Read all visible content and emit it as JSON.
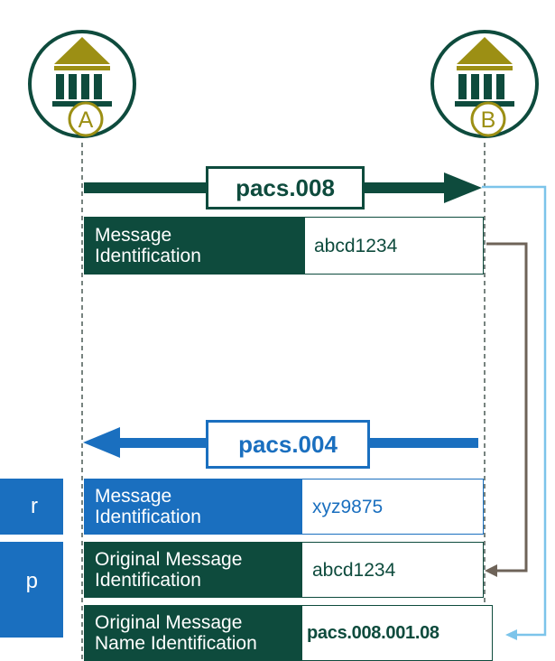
{
  "banks": {
    "a": {
      "letter": "A"
    },
    "b": {
      "letter": "B"
    }
  },
  "messages": {
    "outbound": {
      "name": "pacs.008",
      "field_label_line1": "Message",
      "field_label_line2": "Identification",
      "field_value": "abcd1234"
    },
    "return": {
      "name": "pacs.004",
      "fields": [
        {
          "label_line1": "Message",
          "label_line2": "Identification",
          "value": "xyz9875"
        },
        {
          "label_line1": "Original Message",
          "label_line2": "Identification",
          "value": "abcd1234"
        },
        {
          "label_line1": "Original Message",
          "label_line2": "Name Identification",
          "value": "pacs.008.001.08"
        }
      ]
    }
  },
  "side_tabs": [
    "r",
    "p"
  ],
  "colors": {
    "dark_green": "#0e4b3d",
    "blue": "#1a6fbf",
    "gold": "#9c8f14",
    "light_blue": "#7cc4ea",
    "brown": "#6e6358",
    "dashed_line": "#4a5a55"
  }
}
